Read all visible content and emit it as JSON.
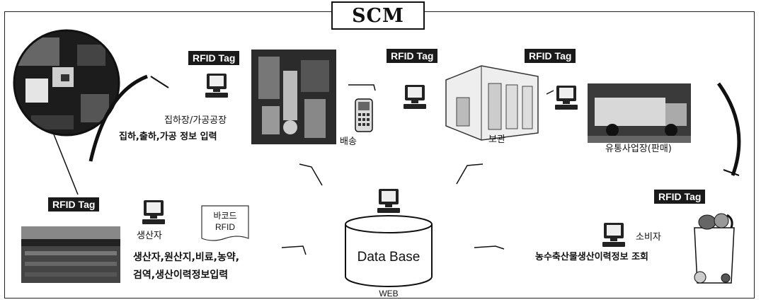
{
  "title": "SCM",
  "tags": {
    "farm": "RFID Tag",
    "processing": "RFID Tag",
    "delivery": "RFID Tag",
    "distribution": "RFID Tag",
    "consumer": "RFID Tag"
  },
  "labels": {
    "processing_title": "집하장/가공공장",
    "processing_desc": "집하,출하,가공 정보 입력",
    "delivery": "배송",
    "storage": "보관",
    "distribution": "유통사업장(판매)",
    "producer_title": "생산자",
    "producer_line1": "생산자,원산지,비료,농약,",
    "producer_line2": "검역,생산이력정보입력",
    "consumer_title": "소비자",
    "consumer_desc": "농수축산물생산이력정보 조회",
    "doc_line1": "바코드",
    "doc_line2": "RFID",
    "database": "Data Base",
    "web": "WEB"
  },
  "icons": [
    "computer-icon",
    "database-icon",
    "document-icon",
    "handheld-reader-icon",
    "grocery-bag-icon"
  ]
}
